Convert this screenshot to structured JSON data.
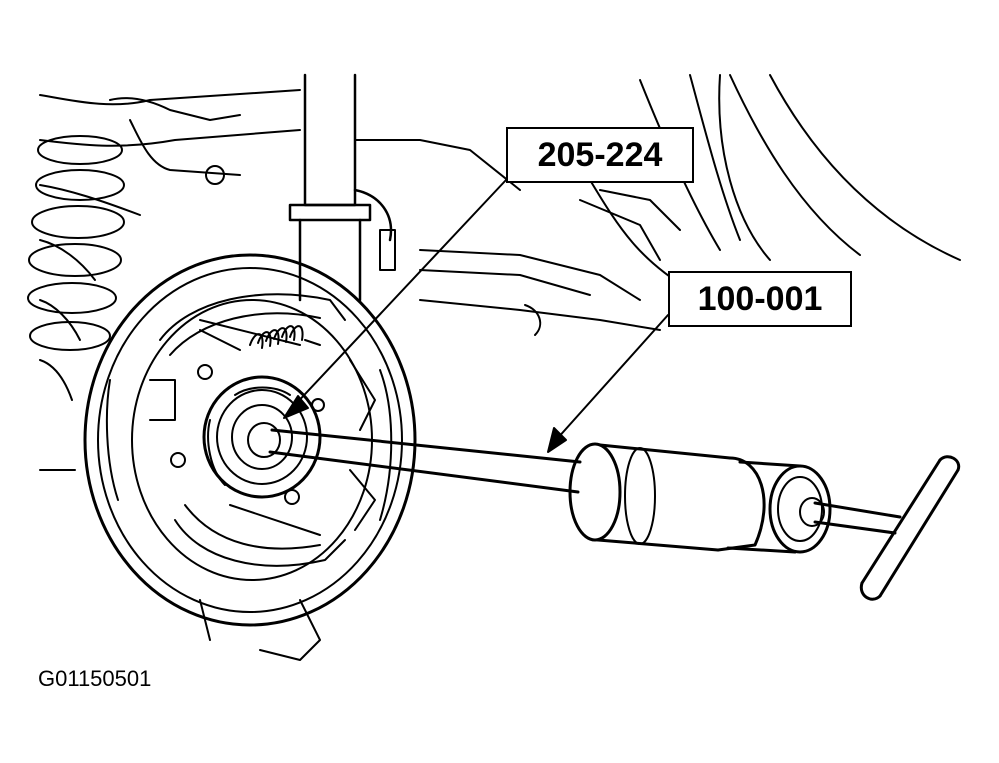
{
  "callouts": {
    "tool_205": "205-224",
    "tool_100": "100-001"
  },
  "figure_id": "G01150501",
  "colors": {
    "line": "#000000",
    "background": "#ffffff"
  }
}
